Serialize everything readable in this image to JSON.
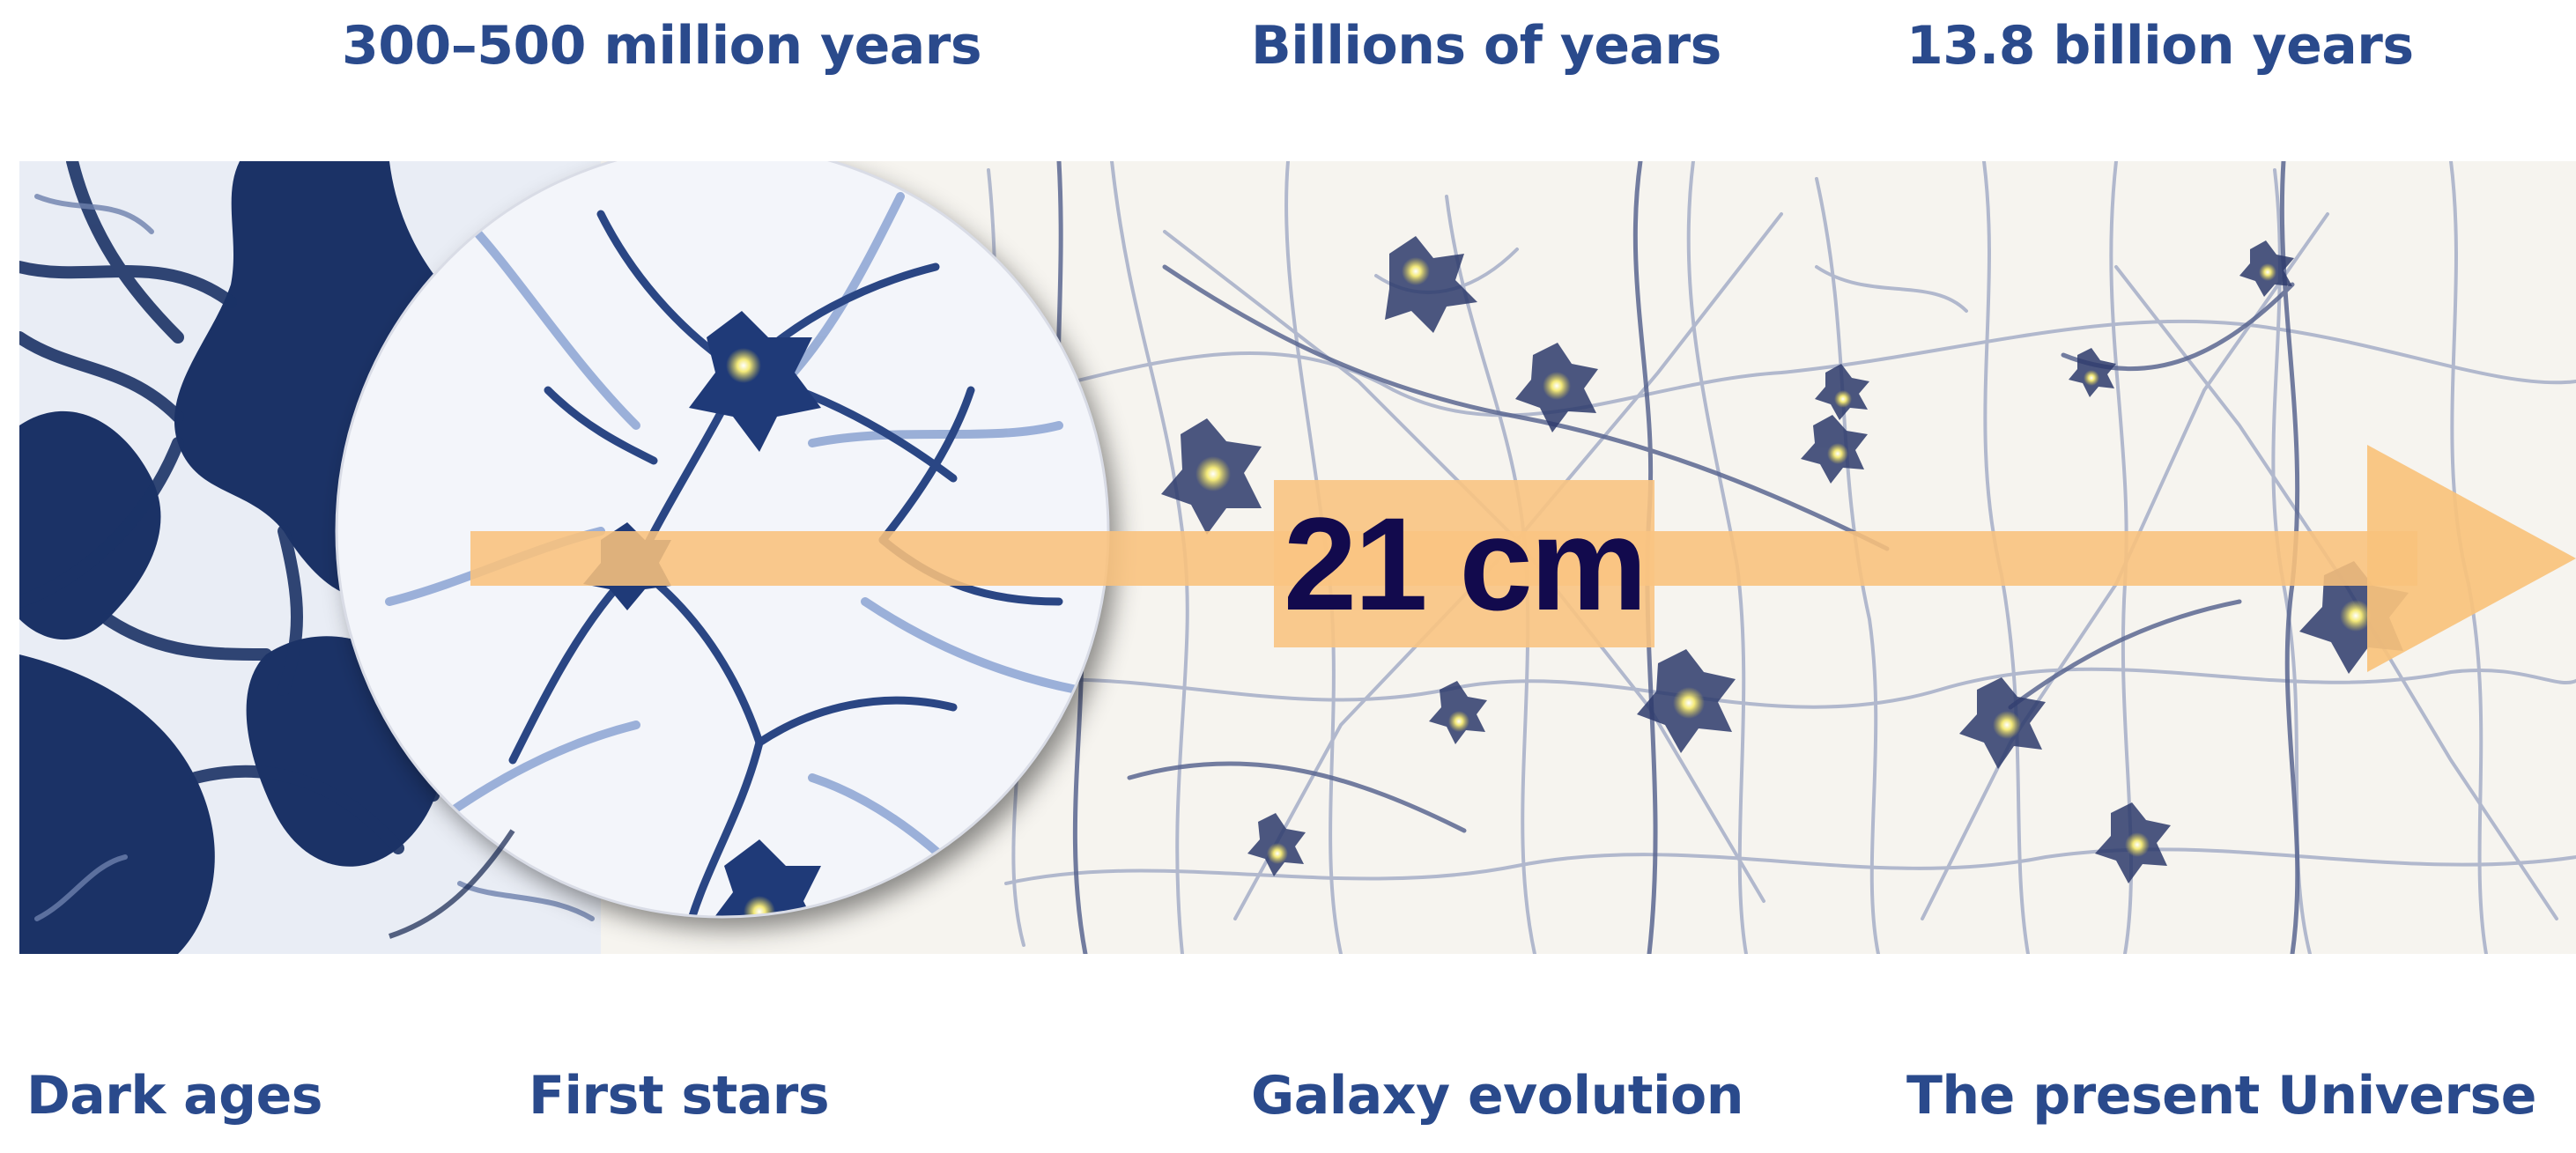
{
  "top_labels": {
    "first_stars_time": "300–500 million years",
    "galaxy_evolution_time": "Billions of years",
    "present_time": "13.8 billion years"
  },
  "bottom_labels": {
    "dark_ages": "Dark ages",
    "first_stars": "First stars",
    "galaxy_evolution": "Galaxy evolution",
    "present_universe": "The present Universe"
  },
  "arrow": {
    "label": "21 cm",
    "color": "#f9c27c"
  },
  "colors": {
    "label_text": "#2a4a8c",
    "ink_dark": "#142a5c",
    "ink_light": "#9aa6c4",
    "star_glow": "#f1e36a",
    "paper": "#f6f4ef"
  }
}
